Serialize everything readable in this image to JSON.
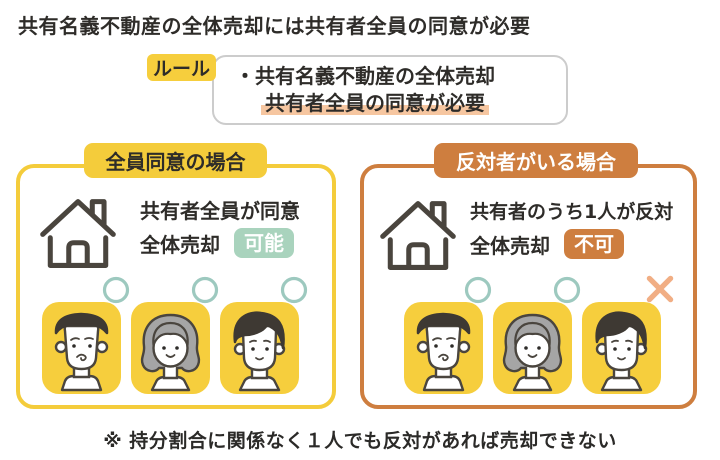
{
  "title": "共有名義不動産の全体売却には共有者全員の同意が必要",
  "rule": {
    "label": "ルール",
    "line1": "・共有名義不動産の全体売却",
    "line2": "共有者全員の同意が必要"
  },
  "panels": {
    "unanimous": {
      "header": "全員同意の場合",
      "condition": "共有者全員が同意",
      "action": "全体売却",
      "result": "可能",
      "marks": [
        "circle",
        "circle",
        "circle"
      ],
      "owners": [
        "man",
        "elder-woman",
        "young-person"
      ]
    },
    "objector": {
      "header": "反対者がいる場合",
      "condition": "共有者のうち1人が反対",
      "action": "全体売却",
      "result": "不可",
      "marks": [
        "circle",
        "circle",
        "cross"
      ],
      "owners": [
        "man",
        "elder-woman",
        "young-person"
      ]
    }
  },
  "footnote": "※ 持分割合に関係なく１人でも反対があれば売却できない",
  "colors": {
    "yellow": "#F6CE3D",
    "yellow_border": "#F4CC3B",
    "orange": "#CE7E3F",
    "mint_badge": "#A9D3BD",
    "teal_circle": "#9DC9BF",
    "peach_highlight": "#F6C6A0",
    "peach_cross": "#F1AE84",
    "ink": "#2E2C29",
    "outline": "#4A453E",
    "rule_border": "#CCCCCC"
  }
}
